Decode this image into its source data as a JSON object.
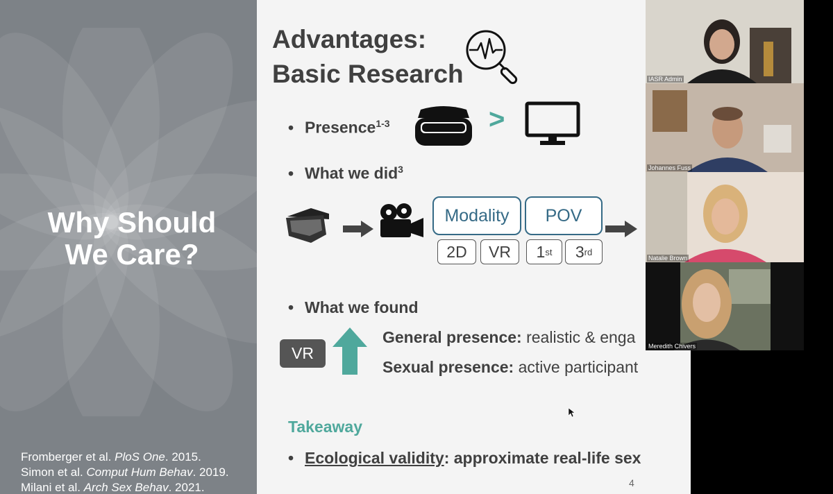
{
  "left_panel": {
    "title_line1": "Why Should",
    "title_line2": "We Care?",
    "references": [
      {
        "authors": "Fromberger et al. ",
        "journal": "PloS One",
        "year": ". 2015."
      },
      {
        "authors": "Simon et al. ",
        "journal": "Comput Hum Behav",
        "year": ". 2019."
      },
      {
        "authors": "Milani et al. ",
        "journal": "Arch Sex Behav",
        "year": ". 2021."
      }
    ]
  },
  "slide": {
    "title_line1": "Advantages:",
    "title_line2": "Basic Research",
    "bullet_presence": "Presence",
    "bullet_presence_sup": "1-3",
    "greater_than": ">",
    "bullet_what_we_did": "What we did",
    "bullet_what_we_did_sup": "3",
    "box_modality": "Modality",
    "box_pov": "POV",
    "box_2d": "2D",
    "box_vr": "VR",
    "box_1st": "1",
    "box_1st_sup": "st",
    "box_3rd": "3",
    "box_3rd_sup": "rd",
    "bullet_what_we_found": "What we found",
    "vr_badge": "VR",
    "general_presence_label": "General presence:",
    "general_presence_value": " realistic & enga",
    "sexual_presence_label": "Sexual presence:",
    "sexual_presence_value": " active participant",
    "takeaway": "Takeaway",
    "ecological_validity": "Ecological validity",
    "ecological_rest": ": approximate real-life sex",
    "page_number": "4",
    "accent_color": "#4fa89c",
    "box_color": "#356a86"
  },
  "participants": [
    {
      "name": "IASR Admin"
    },
    {
      "name": "Johannes Fuss"
    },
    {
      "name": "Natalie Brown"
    },
    {
      "name": "Meredith Chivers"
    }
  ]
}
